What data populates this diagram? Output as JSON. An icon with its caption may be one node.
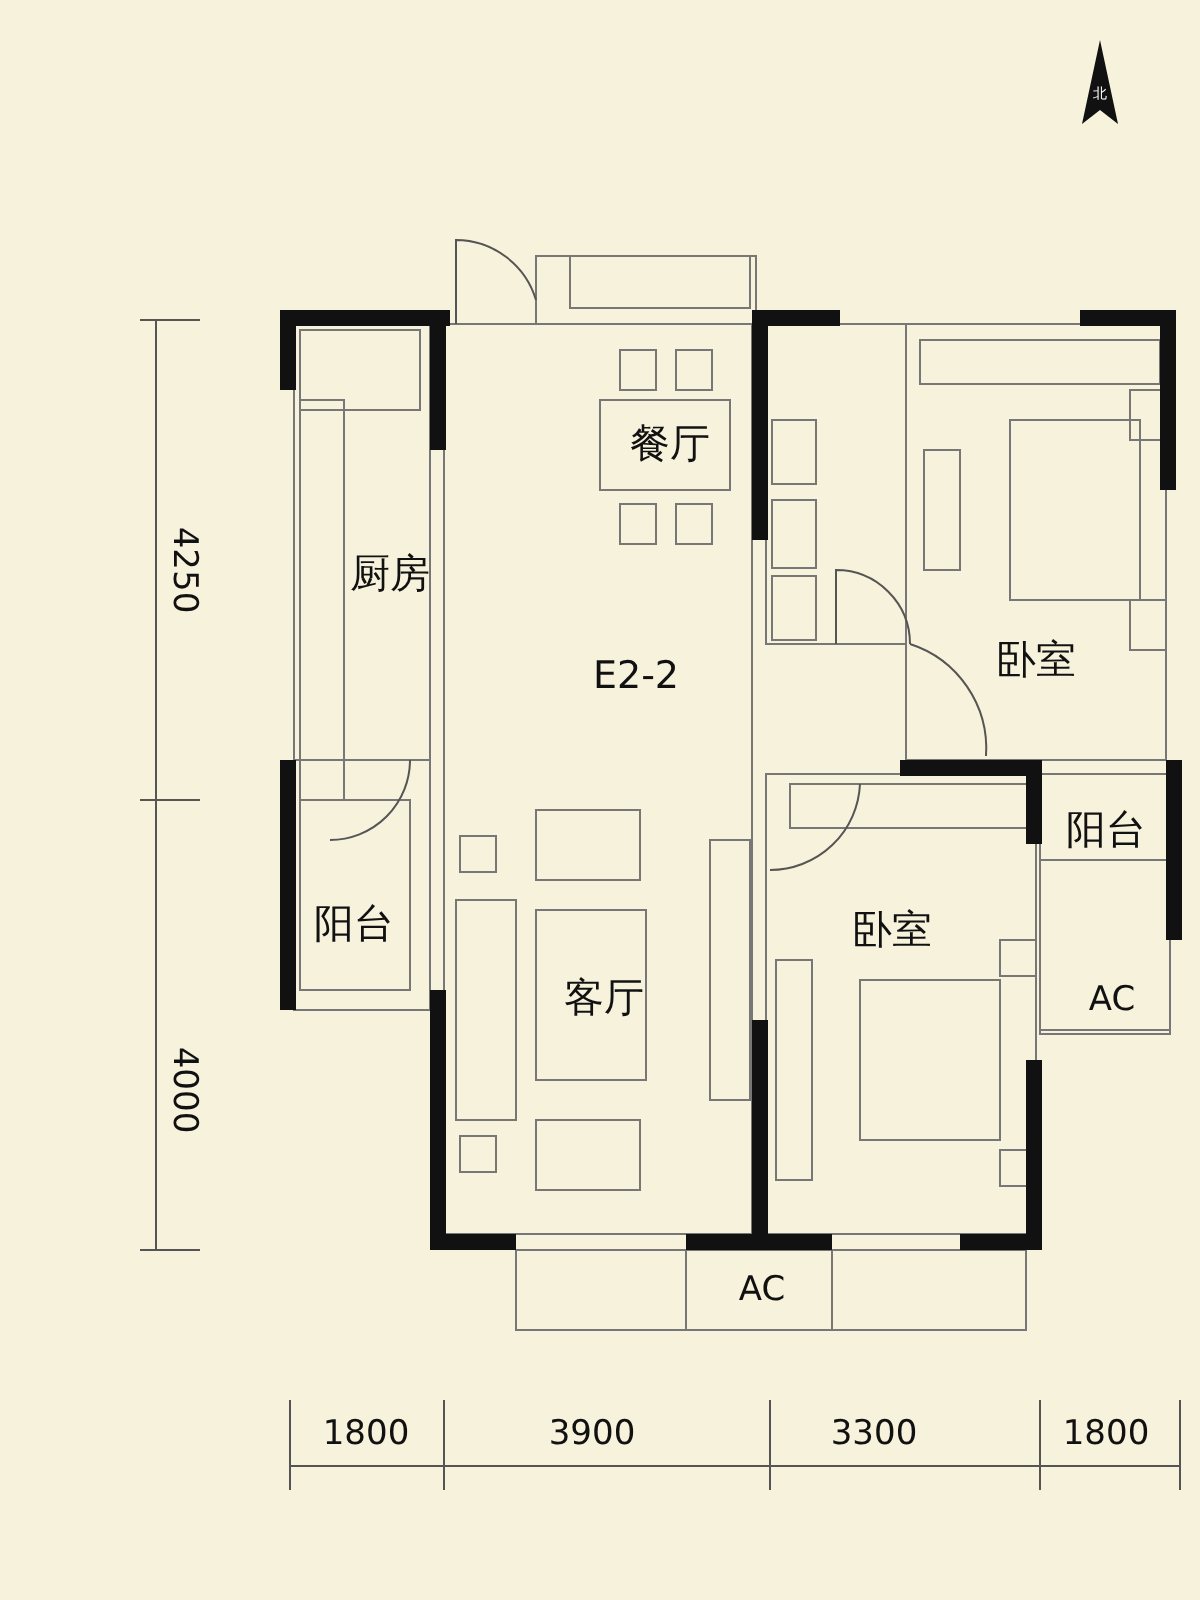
{
  "diagram": {
    "labels": [
      "北",
      "餐厅",
      "4250",
      "厨房",
      "E2-2",
      "卧室",
      "阳台",
      "阳台",
      "卧室",
      "客厅",
      "AC",
      "4000",
      "AC",
      "1800",
      "3900",
      "3300",
      "1800"
    ]
  }
}
